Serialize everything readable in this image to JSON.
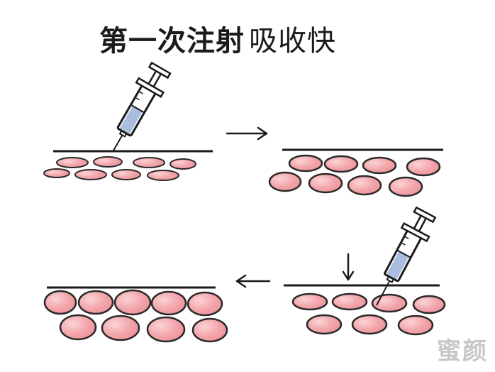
{
  "title": {
    "bold_part": "第一次注射",
    "normal_part": "吸收快"
  },
  "watermark": {
    "text": "蜜颜"
  },
  "colors": {
    "cell_fill": "#f3a6ab",
    "cell_outline": "#2a2a2a",
    "syringe_fluid": "#a8bde0",
    "line": "#1a1a1a"
  },
  "icons": {
    "syringe": "syringe-icon",
    "arrow_right": "arrow-right-icon",
    "arrow_left": "arrow-left-icon",
    "arrow_down": "arrow-down-icon"
  }
}
